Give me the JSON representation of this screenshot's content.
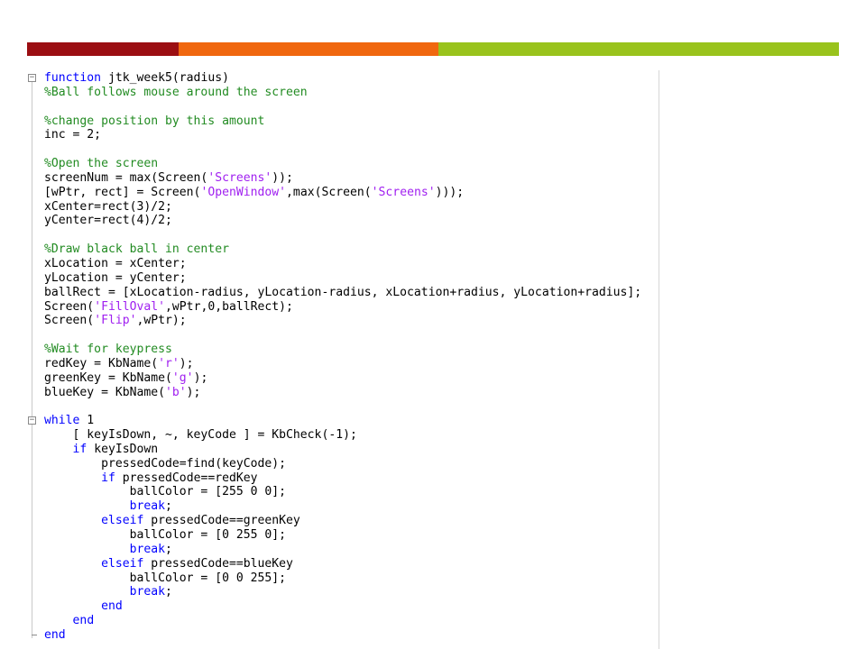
{
  "theme": {
    "bar_colors": [
      "#9b0e12",
      "#f0670f",
      "#99c31c"
    ],
    "keyword_color": "#0000ff",
    "comment_color": "#228b22",
    "string_color": "#a020f0"
  },
  "code": {
    "language": "MATLAB",
    "lines": [
      [
        {
          "t": "function",
          "c": "kw"
        },
        {
          "t": " jtk_week5(radius)"
        }
      ],
      [
        {
          "t": "%Ball follows mouse around the screen",
          "c": "cm"
        }
      ],
      [],
      [
        {
          "t": "%change position by this amount",
          "c": "cm"
        }
      ],
      [
        {
          "t": "inc = 2;"
        }
      ],
      [],
      [
        {
          "t": "%Open the screen",
          "c": "cm"
        }
      ],
      [
        {
          "t": "screenNum = max(Screen("
        },
        {
          "t": "'Screens'",
          "c": "st"
        },
        {
          "t": "));"
        }
      ],
      [
        {
          "t": "[wPtr, rect] = Screen("
        },
        {
          "t": "'OpenWindow'",
          "c": "st"
        },
        {
          "t": ",max(Screen("
        },
        {
          "t": "'Screens'",
          "c": "st"
        },
        {
          "t": ")));"
        }
      ],
      [
        {
          "t": "xCenter=rect(3)/2;"
        }
      ],
      [
        {
          "t": "yCenter=rect(4)/2;"
        }
      ],
      [],
      [
        {
          "t": "%Draw black ball in center",
          "c": "cm"
        }
      ],
      [
        {
          "t": "xLocation = xCenter;"
        }
      ],
      [
        {
          "t": "yLocation = yCenter;"
        }
      ],
      [
        {
          "t": "ballRect = [xLocation-radius, yLocation-radius, xLocation+radius, yLocation+radius];"
        }
      ],
      [
        {
          "t": "Screen("
        },
        {
          "t": "'FillOval'",
          "c": "st"
        },
        {
          "t": ",wPtr,0,ballRect);"
        }
      ],
      [
        {
          "t": "Screen("
        },
        {
          "t": "'Flip'",
          "c": "st"
        },
        {
          "t": ",wPtr);"
        }
      ],
      [],
      [
        {
          "t": "%Wait for keypress",
          "c": "cm"
        }
      ],
      [
        {
          "t": "redKey = KbName("
        },
        {
          "t": "'r'",
          "c": "st"
        },
        {
          "t": ");"
        }
      ],
      [
        {
          "t": "greenKey = KbName("
        },
        {
          "t": "'g'",
          "c": "st"
        },
        {
          "t": ");"
        }
      ],
      [
        {
          "t": "blueKey = KbName("
        },
        {
          "t": "'b'",
          "c": "st"
        },
        {
          "t": ");"
        }
      ],
      [],
      [
        {
          "t": "while",
          "c": "kw"
        },
        {
          "t": " 1"
        }
      ],
      [
        {
          "t": "    [ keyIsDown, ~, keyCode ] = KbCheck(-1);"
        }
      ],
      [
        {
          "t": "    "
        },
        {
          "t": "if",
          "c": "kw"
        },
        {
          "t": " keyIsDown"
        }
      ],
      [
        {
          "t": "        pressedCode=find(keyCode);"
        }
      ],
      [
        {
          "t": "        "
        },
        {
          "t": "if",
          "c": "kw"
        },
        {
          "t": " pressedCode==redKey"
        }
      ],
      [
        {
          "t": "            ballColor = [255 0 0];"
        }
      ],
      [
        {
          "t": "            "
        },
        {
          "t": "break",
          "c": "kw"
        },
        {
          "t": ";"
        }
      ],
      [
        {
          "t": "        "
        },
        {
          "t": "elseif",
          "c": "kw"
        },
        {
          "t": " pressedCode==greenKey"
        }
      ],
      [
        {
          "t": "            ballColor = [0 255 0];"
        }
      ],
      [
        {
          "t": "            "
        },
        {
          "t": "break",
          "c": "kw"
        },
        {
          "t": ";"
        }
      ],
      [
        {
          "t": "        "
        },
        {
          "t": "elseif",
          "c": "kw"
        },
        {
          "t": " pressedCode==blueKey"
        }
      ],
      [
        {
          "t": "            ballColor = [0 0 255];"
        }
      ],
      [
        {
          "t": "            "
        },
        {
          "t": "break",
          "c": "kw"
        },
        {
          "t": ";"
        }
      ],
      [
        {
          "t": "        "
        },
        {
          "t": "end",
          "c": "kw"
        }
      ],
      [
        {
          "t": "    "
        },
        {
          "t": "end",
          "c": "kw"
        }
      ],
      [
        {
          "t": "end",
          "c": "kw"
        }
      ]
    ]
  },
  "fold_markers": {
    "open": [
      "minus-icon",
      "minus-icon"
    ],
    "close": [
      "fold-end-icon"
    ]
  }
}
